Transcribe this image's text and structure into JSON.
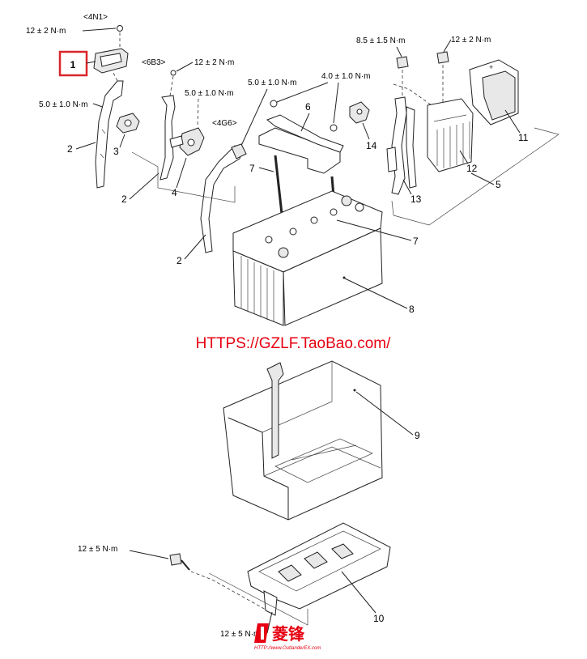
{
  "callouts": {
    "c1": "1",
    "c2a": "2",
    "c2b": "2",
    "c2c": "2",
    "c3": "3",
    "c4": "4",
    "c5": "5",
    "c6": "6",
    "c7a": "7",
    "c7b": "7",
    "c8": "8",
    "c9": "9",
    "c10": "10",
    "c11": "11",
    "c12": "12",
    "c13": "13",
    "c14": "14"
  },
  "engine_codes": {
    "e4n1": "<4N1>",
    "e6b3": "<6B3>",
    "e4g6": "<4G6>"
  },
  "torques": {
    "t_top_left": "12 ± 2 N·m",
    "t_left_50": "5.0 ± 1.0 N·m",
    "t_6b3_12": "12 ± 2 N·m",
    "t_6b3_50": "5.0 ± 1.0 N·m",
    "t_center_50": "5.0 ± 1.0 N·m",
    "t_center_40": "4.0 ± 1.0 N·m",
    "t_right_85": "8.5 ± 1.5 N·m",
    "t_right_12": "12 ± 2 N·m",
    "t_bottom_12a": "12 ± 5 N·m",
    "t_bottom_12b": "12 ± 5 N·m"
  },
  "watermark": {
    "text": "HTTPS://GZLF.TaoBao.com/",
    "color": "#e60012"
  },
  "logo": {
    "brand_text": "菱锋",
    "url_text": "HTTP://www.OutlanderEX.com",
    "color": "#e60012"
  },
  "highlight_color": "#d9262c"
}
